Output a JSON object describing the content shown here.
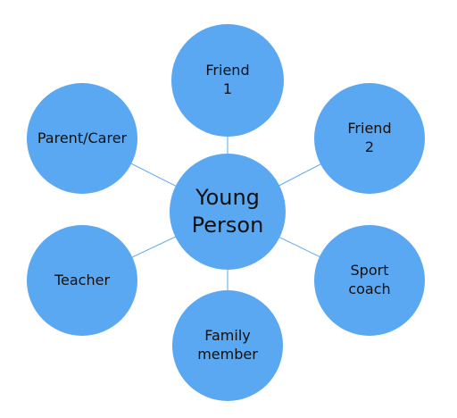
{
  "colors": {
    "node_fill": "#5aa7f2",
    "connector": "#5aa7f2",
    "text": "#111111"
  },
  "center": {
    "lines": [
      "Young",
      "Person"
    ]
  },
  "nodes": [
    {
      "id": "friend-1",
      "lines": [
        "Friend",
        "1"
      ]
    },
    {
      "id": "friend-2",
      "lines": [
        "Friend",
        "2"
      ]
    },
    {
      "id": "sport-coach",
      "lines": [
        "Sport",
        "coach"
      ]
    },
    {
      "id": "family-member",
      "lines": [
        "Family",
        "member"
      ]
    },
    {
      "id": "teacher",
      "lines": [
        "Teacher"
      ]
    },
    {
      "id": "parent-carer",
      "lines": [
        "Parent/Carer"
      ]
    }
  ]
}
